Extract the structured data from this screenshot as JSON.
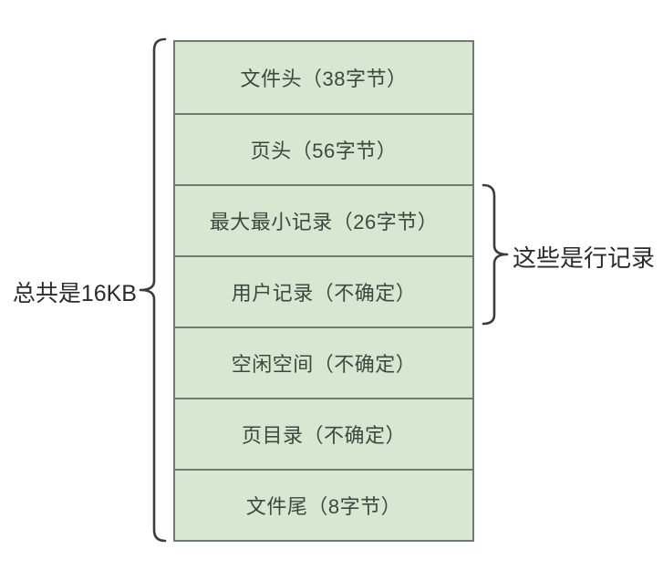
{
  "diagram": {
    "total_label": "总共是16KB",
    "row_records_label": "这些是行记录",
    "boxes": [
      {
        "label": "文件头（38字节）"
      },
      {
        "label": "页头（56字节）"
      },
      {
        "label": "最大最小记录（26字节）"
      },
      {
        "label": "用户记录（不确定）"
      },
      {
        "label": "空闲空间（不确定）"
      },
      {
        "label": "页目录（不确定）"
      },
      {
        "label": "文件尾（8字节）"
      }
    ]
  },
  "colors": {
    "background": "#ffffff",
    "box_fill": "#d8e7d2",
    "box_border": "#6f7a71",
    "box_text": "#3a4a3f",
    "brace_stroke": "#3c3c3c",
    "label_text": "#2b2b2b"
  }
}
